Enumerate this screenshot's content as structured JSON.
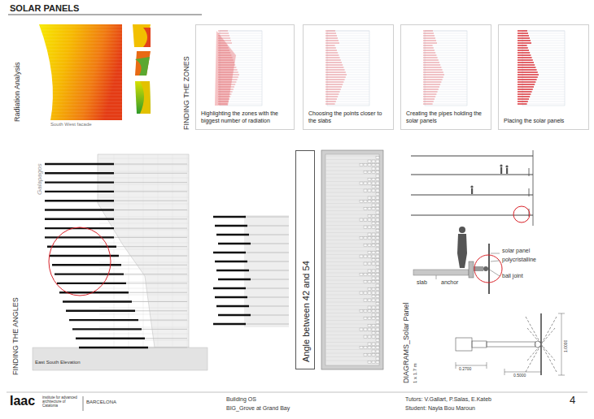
{
  "diagram": {
    "title": "SOLAR PANELS",
    "nodes": [
      {
        "text": [
          "Highlighting the zones with the biggest number of radiation"
        ]
      },
      {
        "text": [
          "Choosing the points closer to the slabs"
        ]
      },
      {
        "text": [
          "Creating the pipes holding the solar panels"
        ]
      },
      {
        "text": [
          "Placing the solar panels"
        ]
      },
      {
        "text": [
          "Angle between 42 and 54"
        ]
      }
    ],
    "labels": [
      "Radiation Analysis",
      "South West facade",
      "FINDING THE ZONES",
      "Galapagos",
      "FINDING THE ANGLES",
      "East South Elevation",
      "DIAGRAMS_Solar Panel",
      "1 x 1.7 m",
      "solar panel",
      "polycristalline",
      "ball joint",
      "slab",
      "anchor",
      "0.2700",
      "0.5000",
      "1.0000",
      "Iaac",
      "institute for advanced architecture of Catalonia",
      "BARCELONA",
      "Building OS",
      "BIG_Grove at Grand Bay",
      "Tutors: V.Gallart, P.Salas, E.Kateb",
      "Student: Nayla Bou Maroun",
      "4"
    ]
  }
}
